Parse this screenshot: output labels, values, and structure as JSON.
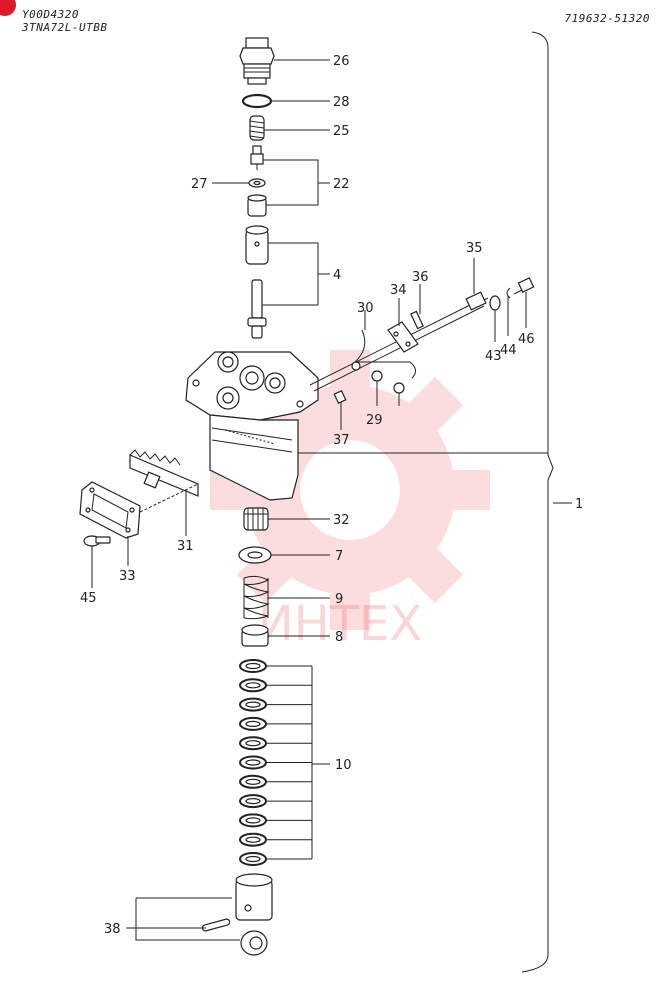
{
  "header": {
    "model_code": "Y00D4320",
    "engine": "3TNA72L-UTBB",
    "reference": "719632-51320"
  },
  "watermark": {
    "text": "ИНТЕХ",
    "color": "#f04848"
  },
  "badge": {
    "color": "#e0182a"
  },
  "callouts": {
    "p1": "1",
    "p4": "4",
    "p7": "7",
    "p8": "8",
    "p9": "9",
    "p10": "10",
    "p22": "22",
    "p25": "25",
    "p26": "26",
    "p27": "27",
    "p28": "28",
    "p29": "29",
    "p30": "30",
    "p31": "31",
    "p32": "32",
    "p33": "33",
    "p34": "34",
    "p35": "35",
    "p36": "36",
    "p37": "37",
    "p38": "38",
    "p43": "43",
    "p44": "44",
    "p45": "45",
    "p46": "46"
  }
}
